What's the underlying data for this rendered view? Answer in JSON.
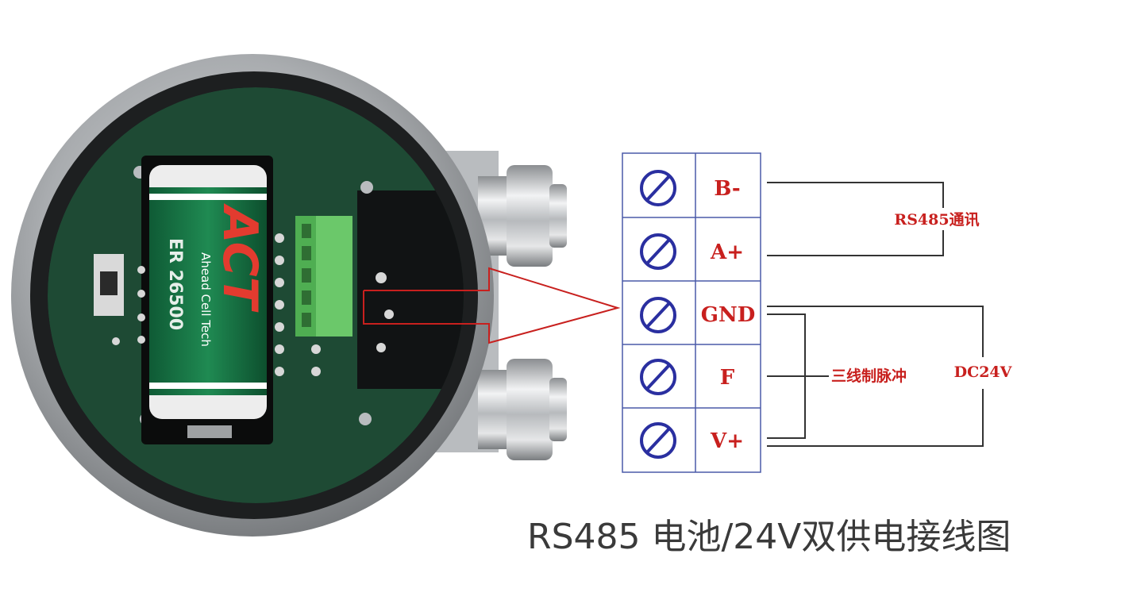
{
  "photo": {
    "battery": {
      "brand": "ACT",
      "model": "ER 26500",
      "maker": "Ahead Cell Tech"
    }
  },
  "terminals": [
    {
      "label": "B-"
    },
    {
      "label": "A+"
    },
    {
      "label": "GND"
    },
    {
      "label": "F"
    },
    {
      "label": "V+"
    }
  ],
  "groups": {
    "rs485": "RS485通讯",
    "pulse": "三线制脉冲",
    "dc": "DC24V"
  },
  "caption": "RS485 电池/24V双供电接线图",
  "colors": {
    "label_red": "#c8201e",
    "screw_blue": "#2a2fa0",
    "table_border": "#4a5aa8",
    "wire": "#333333"
  }
}
